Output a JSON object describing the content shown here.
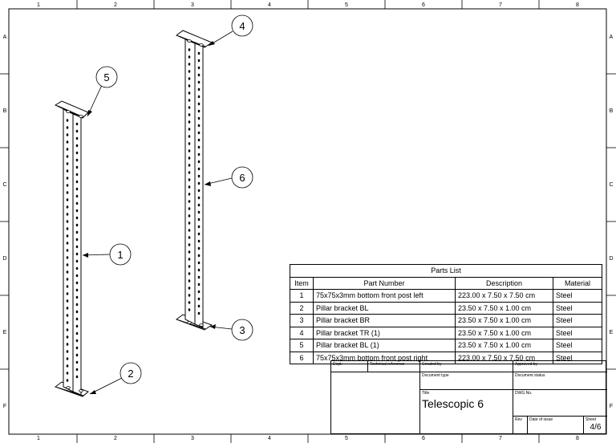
{
  "frame": {
    "columns": [
      "1",
      "2",
      "3",
      "4",
      "5",
      "6",
      "7",
      "8"
    ],
    "rows": [
      "A",
      "B",
      "C",
      "D",
      "E",
      "F"
    ]
  },
  "callouts": [
    "1",
    "2",
    "3",
    "4",
    "5",
    "6"
  ],
  "parts_list": {
    "title": "Parts List",
    "headers": [
      "Item",
      "Part Number",
      "Description",
      "Material"
    ],
    "rows": [
      [
        "1",
        "75x75x3mm bottom front  post left",
        "223.00 x 7.50 x 7.50 cm",
        "Steel"
      ],
      [
        "2",
        "Pillar bracket BL",
        "23.50 x 7.50 x 1.00 cm",
        "Steel"
      ],
      [
        "3",
        "Pillar bracket BR",
        "23.50 x 7.50 x 1.00 cm",
        "Steel"
      ],
      [
        "4",
        "Pillar bracket TR (1)",
        "23.50 x 7.50 x 1.00 cm",
        "Steel"
      ],
      [
        "5",
        "Pillar bracket BL (1)",
        "23.50 x 7.50 x 1.00 cm",
        "Steel"
      ],
      [
        "6",
        "75x75x3mm bottom front  post right",
        "223.00 x 7.50 x 7.50 cm",
        "Steel"
      ]
    ]
  },
  "title_block": {
    "dept_label": "Dept.",
    "tech_ref_label": "Technical reference",
    "created_by_label": "Created by",
    "approved_by_label": "Approved by",
    "doc_type_label": "Document type",
    "doc_status_label": "Document status",
    "title_label": "Title",
    "title_value": "Telescopic 6",
    "dwg_no_label": "DWG No.",
    "rev_label": "Rev",
    "date_label": "Date of issue",
    "sheet_label": "Sheet",
    "sheet_value": "4/6"
  }
}
